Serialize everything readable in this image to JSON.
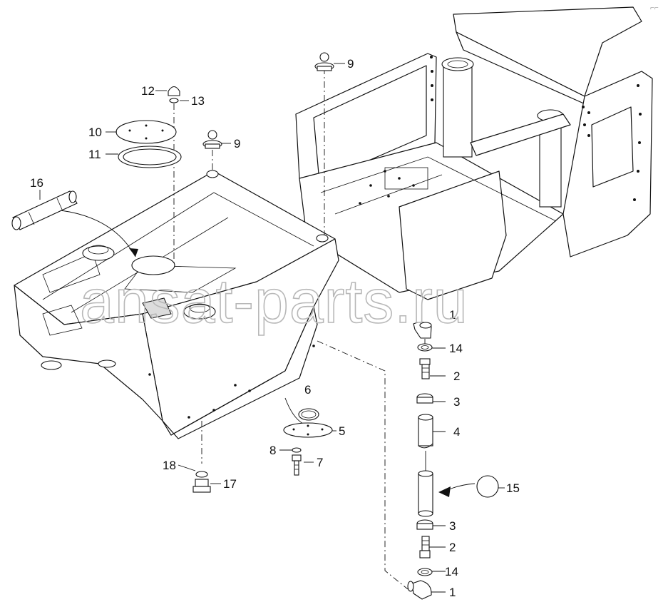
{
  "watermark": "ansat-parts.ru",
  "corner_mark": "⌐⌐",
  "callouts": [
    "1",
    "2",
    "3",
    "4",
    "5",
    "6",
    "7",
    "8",
    "9",
    "10",
    "11",
    "12",
    "13",
    "14",
    "15",
    "16",
    "17",
    "18"
  ],
  "labels": {
    "c1a": "1",
    "c1b": "1",
    "c2a": "2",
    "c2b": "2",
    "c3a": "3",
    "c3b": "3",
    "c4": "4",
    "c5": "5",
    "c6": "6",
    "c7": "7",
    "c8": "8",
    "c9a": "9",
    "c9b": "9",
    "c10": "10",
    "c11": "11",
    "c12": "12",
    "c13": "13",
    "c14a": "14",
    "c14b": "14",
    "c15": "15",
    "c16": "16",
    "c17": "17",
    "c18": "18"
  }
}
